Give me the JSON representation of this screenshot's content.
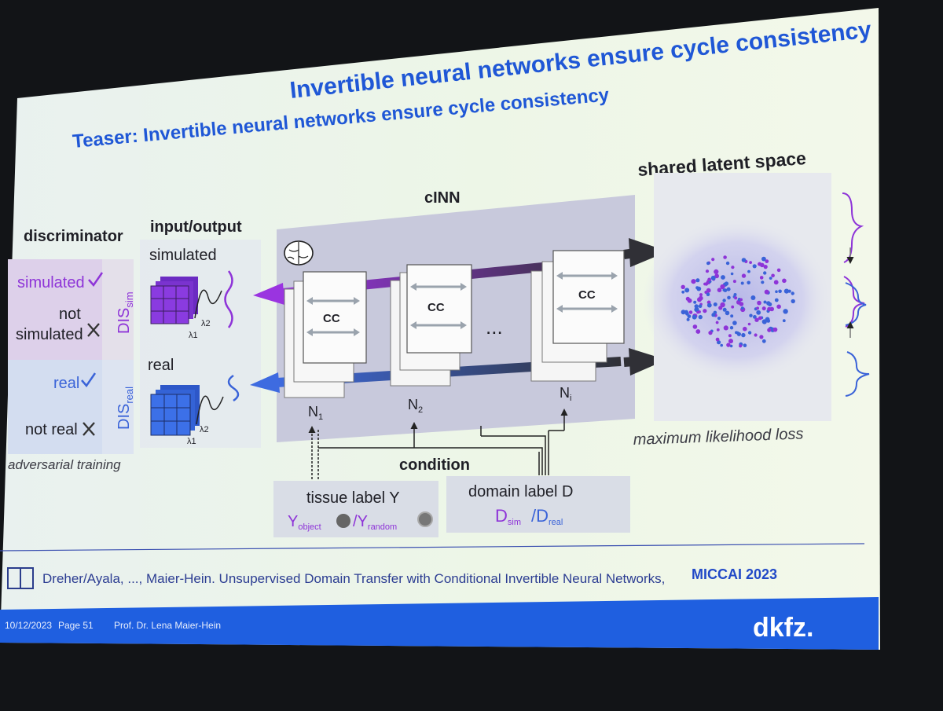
{
  "slide": {
    "title": "Invertible neural networks ensure cycle consistency",
    "teaser": "Teaser: Invertible neural networks ensure cycle consistency",
    "discriminator": {
      "heading": "discriminator",
      "sim_true": "simulated",
      "sim_false_line1": "not",
      "sim_false_line2": "simulated",
      "real_true": "real",
      "real_false": "not real",
      "dis_sim": "DIS",
      "dis_sim_sub": "sim",
      "dis_real": "DIS",
      "dis_real_sub": "real",
      "caption": "adversarial training"
    },
    "io": {
      "heading": "input/output",
      "simulated": "simulated",
      "real": "real",
      "lambda1": "λ1",
      "lambda2": "λ2"
    },
    "cinn": {
      "heading": "cINN",
      "block_label": "CC",
      "ellipsis": "...",
      "n1": "N",
      "n1_sub": "1",
      "n2": "N",
      "n2_sub": "2",
      "ni": "N",
      "ni_sub": "i"
    },
    "condition": {
      "heading": "condition",
      "tissue": "tissue label Y",
      "tissue_y1": "Y",
      "tissue_y1_sub": "object",
      "tissue_y2": "Y",
      "tissue_y2_sub": "random",
      "domain": "domain label D",
      "domain_d1": "D",
      "domain_d1_sub": "sim",
      "domain_d2": "D",
      "domain_d2_sub": "real"
    },
    "latent": {
      "heading": "shared latent space",
      "caption": "maximum likelihood loss"
    },
    "reference": {
      "text": "Dreher/Ayala, ..., Maier-Hein. Unsupervised Domain Transfer with Conditional Invertible Neural Networks,",
      "venue": "MICCAI 2023"
    },
    "footer": {
      "date": "10/12/2023",
      "page": "Page 51",
      "author": "Prof. Dr. Lena Maier-Hein",
      "logo": "dkfz."
    },
    "colors": {
      "accent_blue": "#1f57d6",
      "purple": "#8e34d8",
      "blue": "#3a63d8",
      "footer_bar": "#1f5fe0"
    }
  }
}
